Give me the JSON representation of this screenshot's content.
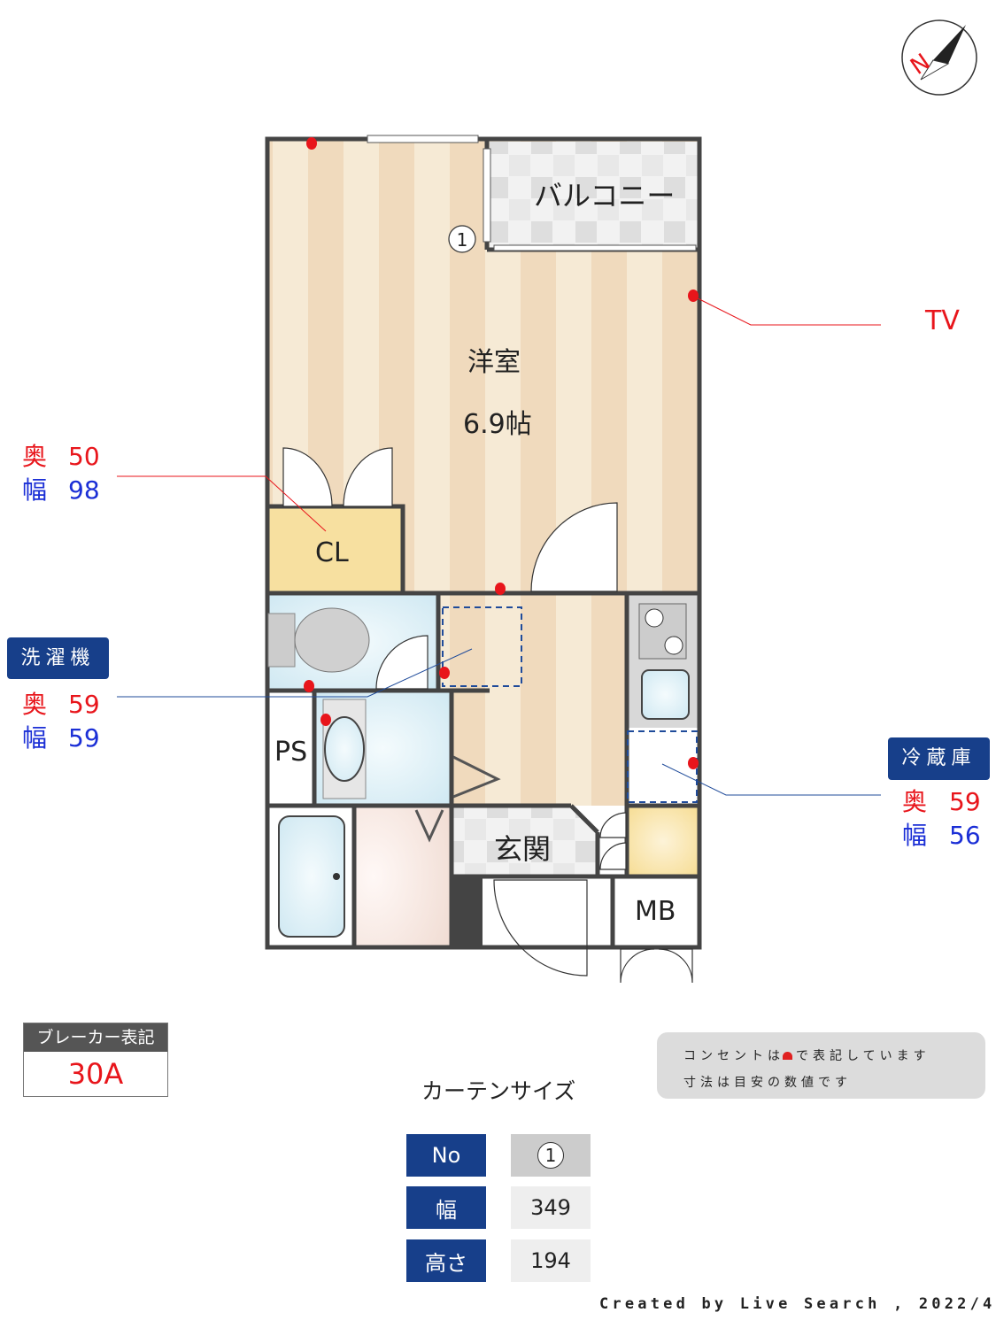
{
  "compass": {
    "label": "N"
  },
  "rooms": {
    "balcony": "バルコニー",
    "western_room": "洋室",
    "western_room_size": "6.9帖",
    "closet": "CL",
    "pipe_space": "PS",
    "entrance": "玄関",
    "meter_box": "MB",
    "window_marker": "1"
  },
  "callouts": {
    "tv": "TV",
    "closet": {
      "depth_label": "奥",
      "depth": "50",
      "width_label": "幅",
      "width": "98"
    },
    "washer": {
      "title": "洗濯機",
      "depth_label": "奥",
      "depth": "59",
      "width_label": "幅",
      "width": "59"
    },
    "fridge": {
      "title": "冷蔵庫",
      "depth_label": "奥",
      "depth": "59",
      "width_label": "幅",
      "width": "56"
    }
  },
  "breaker": {
    "title": "ブレーカー表記",
    "value": "30A"
  },
  "notes": {
    "line1_a": "コンセントは",
    "line1_b": "で表記しています",
    "line2": "寸法は目安の数値です"
  },
  "curtain": {
    "title": "カーテンサイズ",
    "rows": [
      {
        "header": "No",
        "value": "1"
      },
      {
        "header": "幅",
        "value": "349"
      },
      {
        "header": "高さ",
        "value": "194"
      }
    ]
  },
  "footer": "Created by Live Search , 2022/4",
  "colors": {
    "accent": "#173f8a",
    "outlet": "#e8151b",
    "wall": "#444444"
  }
}
